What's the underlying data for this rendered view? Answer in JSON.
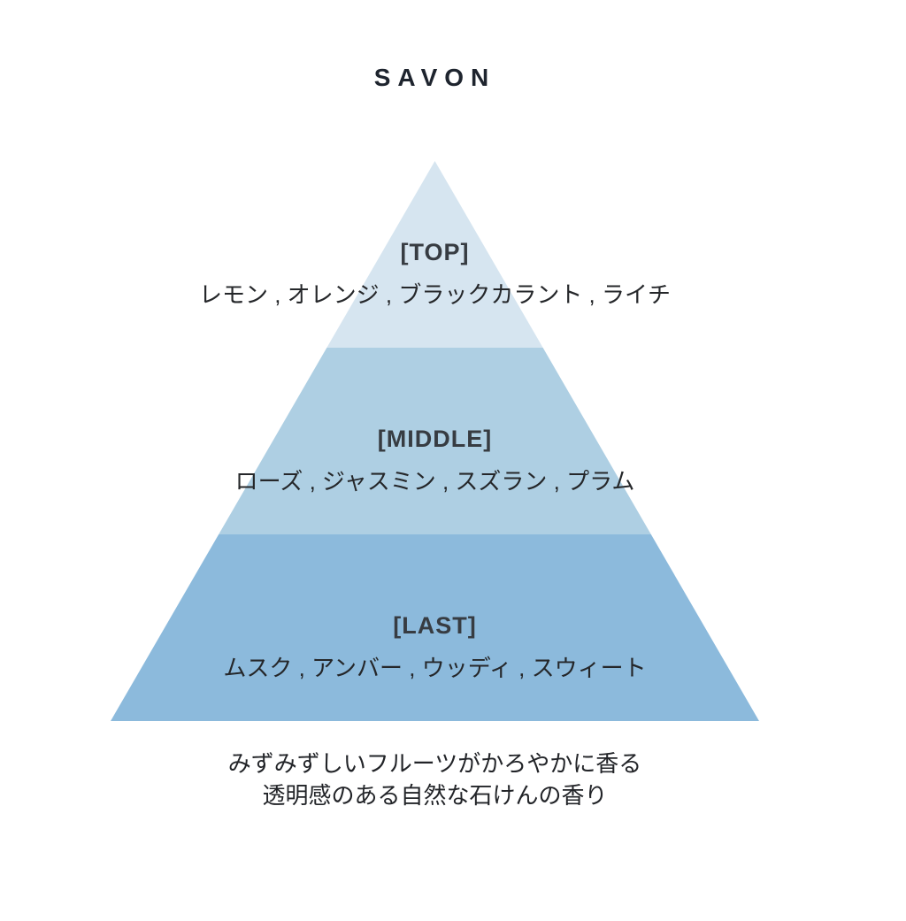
{
  "title": "SAVON",
  "pyramid": {
    "tiers": [
      {
        "label": "[TOP]",
        "notes": "レモン , オレンジ , ブラックカラント , ライチ",
        "color": "#d6e5f0"
      },
      {
        "label": "[MIDDLE]",
        "notes": "ローズ , ジャスミン , スズラン , プラム",
        "color": "#aecfe3"
      },
      {
        "label": "[LAST]",
        "notes": "ムスク , アンバー , ウッディ , スウィート",
        "color": "#8cbadc"
      }
    ]
  },
  "description": {
    "line1": "みずみずしいフルーツがかろやかに香る",
    "line2": "透明感のある自然な石けんの香り"
  }
}
